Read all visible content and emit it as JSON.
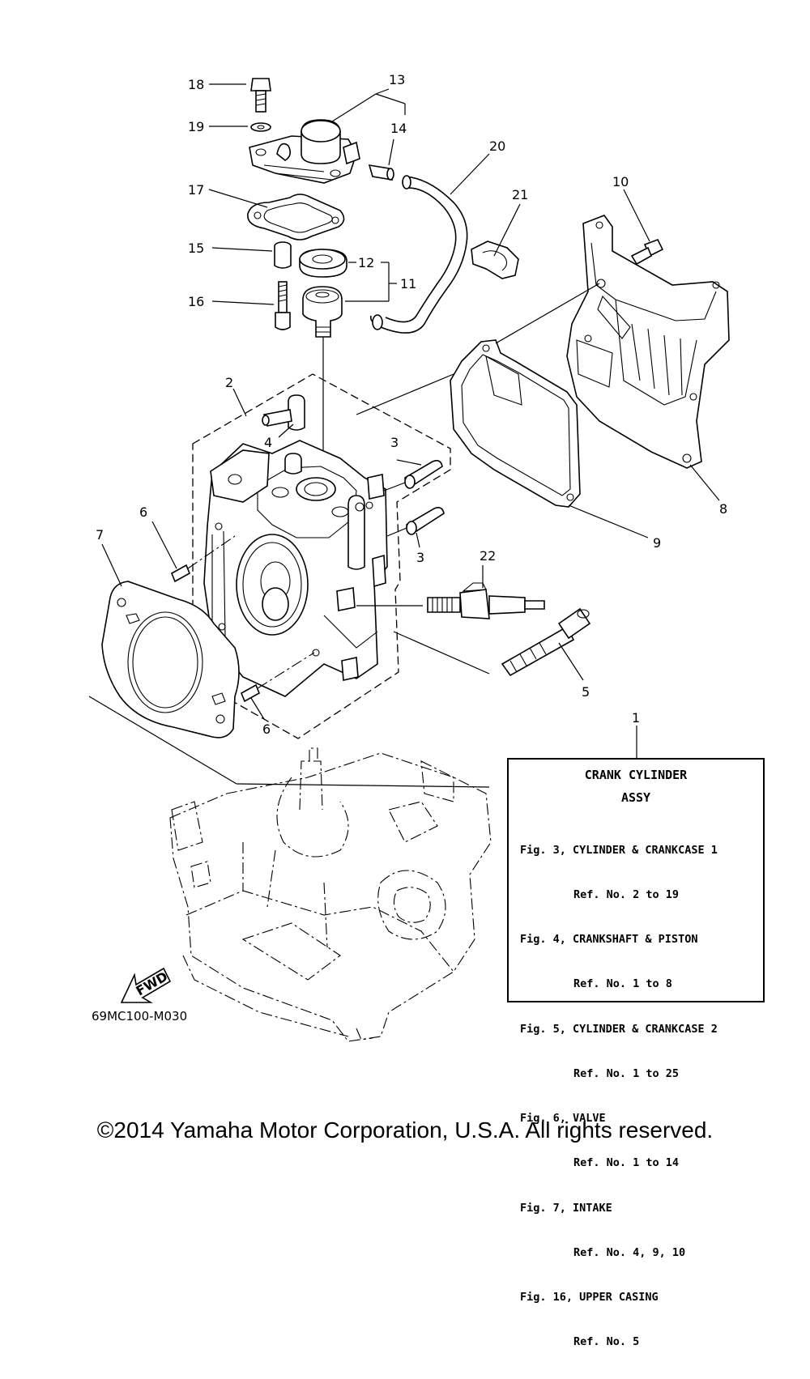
{
  "callouts": [
    "1",
    "2",
    "3",
    "4",
    "5",
    "6",
    "7",
    "8",
    "9",
    "10",
    "11",
    "12",
    "13",
    "14",
    "15",
    "16",
    "17",
    "18",
    "19",
    "20",
    "21",
    "22"
  ],
  "reference_box": {
    "title_line1": "CRANK CYLINDER",
    "title_line2": "ASSY",
    "lines": [
      "Fig. 3, CYLINDER & CRANKCASE 1",
      "Ref. No. 2 to 19",
      "Fig. 4, CRANKSHAFT & PISTON",
      "Ref. No. 1 to 8",
      "Fig. 5, CYLINDER & CRANKCASE 2",
      "Ref. No. 1 to 25",
      "Fig. 6, VALVE",
      "Ref. No. 1 to 14",
      "Fig. 7, INTAKE",
      "Ref. No. 4, 9, 10",
      "Fig. 16, UPPER CASING",
      "Ref. No. 5"
    ]
  },
  "fwd_label": "FWD",
  "diagram_code": "69MC100-M030",
  "copyright": "©2014 Yamaha Motor Corporation, U.S.A. All rights reserved."
}
